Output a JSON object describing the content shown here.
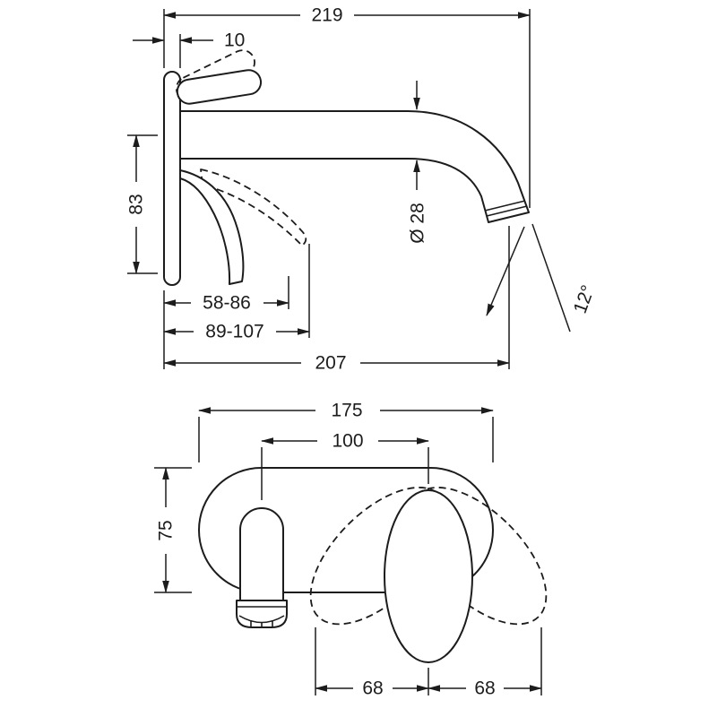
{
  "drawing": {
    "type": "faucet-installation-dimension-drawing",
    "colors": {
      "line": "#1c1c1c",
      "background": "#ffffff"
    }
  },
  "side_view": {
    "dims": {
      "total_depth": "219",
      "plate_depth": "10",
      "height_offset": "83",
      "spout_diameter": "Ø 28",
      "spout_angle": "12°",
      "handle_range_a": "58-86",
      "handle_range_b": "89-107",
      "spout_reach": "207"
    }
  },
  "bottom_view": {
    "dims": {
      "plate_width": "175",
      "center_distance": "100",
      "plate_height": "75",
      "swing_left": "68",
      "swing_right": "68"
    }
  }
}
